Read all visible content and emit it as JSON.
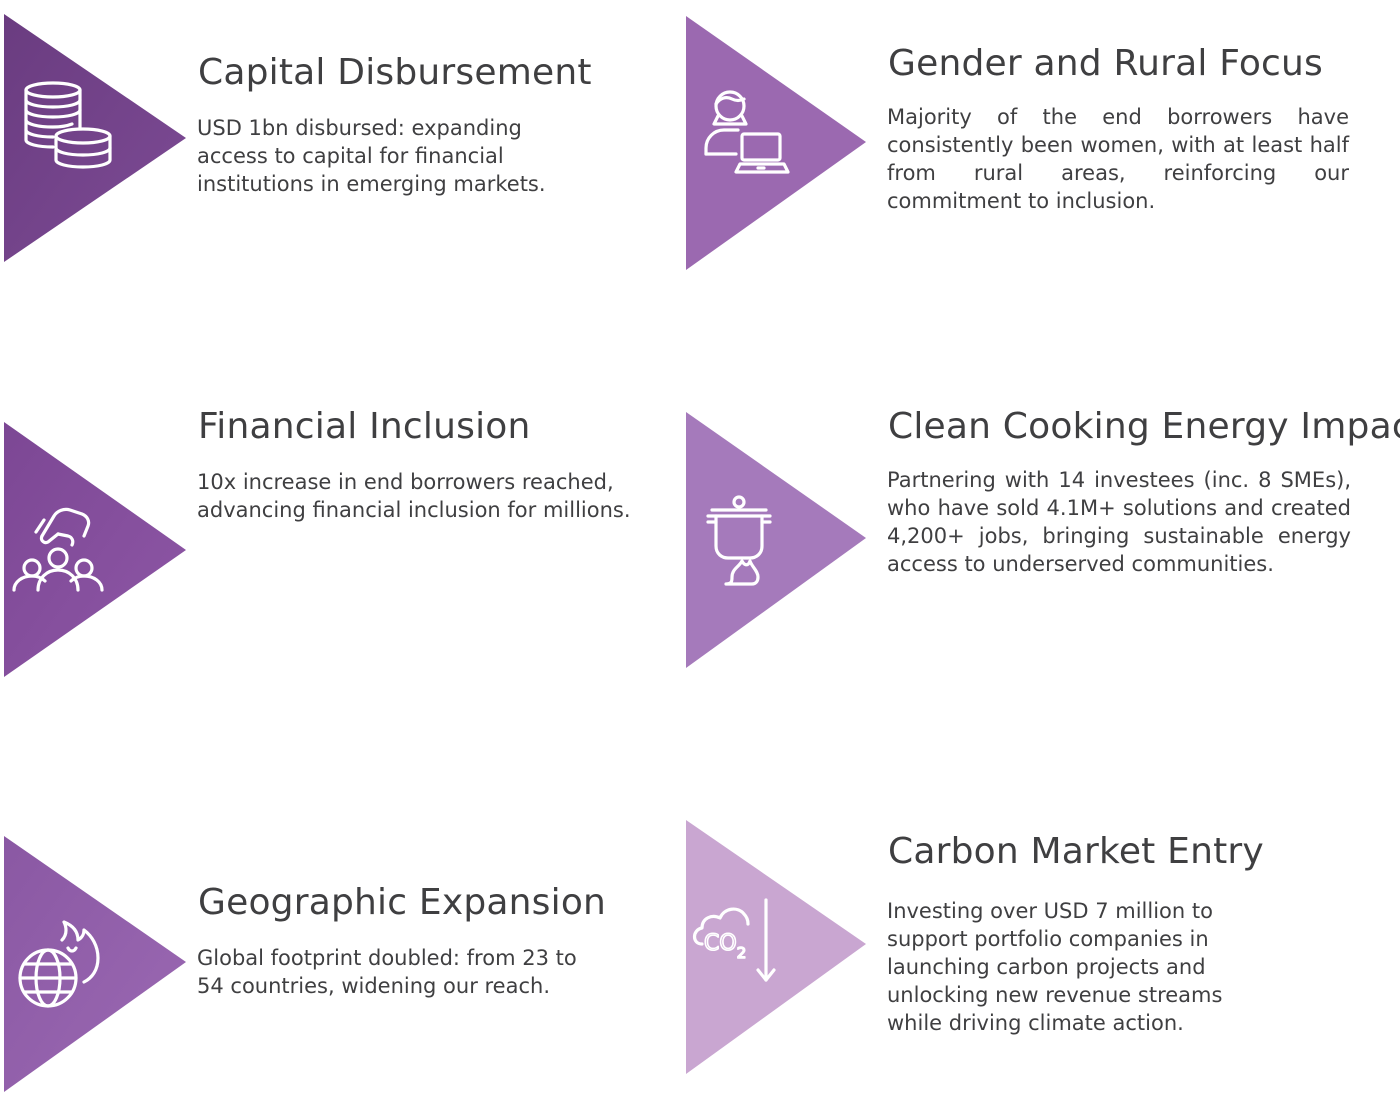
{
  "colors": {
    "card1": "#6e3f84",
    "card2": "#9b69b0",
    "card3": "#824b9a",
    "card4": "#a57abb",
    "card5": "#8e5ca6",
    "card6": "#c9a6d1",
    "text": "#3f3f41",
    "icon": "#ffffff"
  },
  "cards": [
    {
      "title": "Capital Disbursement",
      "text": "USD 1bn disbursed: expanding access to capital for financial institutions in emerging markets.",
      "icon": "coins-stack-icon"
    },
    {
      "title": "Gender and Rural Focus",
      "text": "Majority of the end borrowers have consistently been women, with at least half from rural areas, reinforcing our commitment to inclusion.",
      "icon": "woman-laptop-icon"
    },
    {
      "title": "Financial Inclusion",
      "text": "10x increase in end borrowers reached, advancing financial inclusion for millions.",
      "icon": "hand-people-icon"
    },
    {
      "title": "Clean Cooking Energy Impact",
      "text": "Partnering with 14 investees (inc. 8 SMEs), who have sold 4.1M+ solutions and created 4,200+ jobs,  bringing sustainable energy access to underserved communities.",
      "icon": "cooking-pot-flame-icon"
    },
    {
      "title": "Geographic Expansion",
      "text": "Global footprint doubled: from 23 to 54 countries, widening our reach.",
      "icon": "globe-flame-icon"
    },
    {
      "title": "Carbon Market Entry",
      "text": "Investing over USD 7 million to support portfolio companies in launching carbon projects and unlocking new revenue streams while driving climate action.",
      "icon": "cloud-co2-down-icon",
      "icon_label": "CO2"
    }
  ]
}
